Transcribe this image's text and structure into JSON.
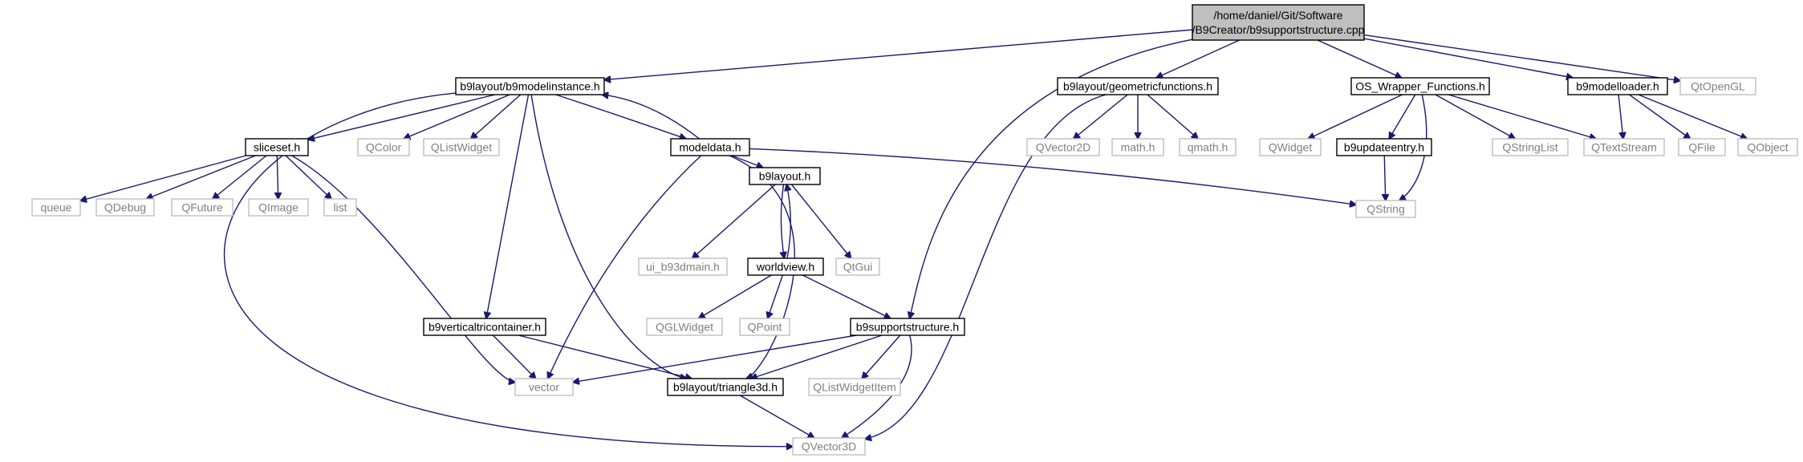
{
  "graph": {
    "root": {
      "line1": "/home/daniel/Git/Software",
      "line2": "/B9Creator/b9supportstructure.cpp"
    },
    "nodes": {
      "b9modelinstance": {
        "label": "b9layout/b9modelinstance.h",
        "external": false
      },
      "geometricfunctions": {
        "label": "b9layout/geometricfunctions.h",
        "external": false
      },
      "oswrapper": {
        "label": "OS_Wrapper_Functions.h",
        "external": false
      },
      "b9modelloader": {
        "label": "b9modelloader.h",
        "external": false
      },
      "qtopengl": {
        "label": "QtOpenGL",
        "external": true
      },
      "sliceset": {
        "label": "sliceset.h",
        "external": false
      },
      "qcolor": {
        "label": "QColor",
        "external": true
      },
      "qlistwidget": {
        "label": "QListWidget",
        "external": true
      },
      "modeldata": {
        "label": "modeldata.h",
        "external": false
      },
      "qvector2d": {
        "label": "QVector2D",
        "external": true
      },
      "mathh": {
        "label": "math.h",
        "external": true
      },
      "qmathh": {
        "label": "qmath.h",
        "external": true
      },
      "qwidget": {
        "label": "QWidget",
        "external": true
      },
      "b9updateentry": {
        "label": "b9updateentry.h",
        "external": false
      },
      "qstringlist": {
        "label": "QStringList",
        "external": true
      },
      "qtextstream": {
        "label": "QTextStream",
        "external": true
      },
      "qfile": {
        "label": "QFile",
        "external": true
      },
      "qobject": {
        "label": "QObject",
        "external": true
      },
      "queue": {
        "label": "queue",
        "external": true
      },
      "qdebug": {
        "label": "QDebug",
        "external": true
      },
      "qfuture": {
        "label": "QFuture",
        "external": true
      },
      "qimage": {
        "label": "QImage",
        "external": true
      },
      "list": {
        "label": "list",
        "external": true
      },
      "b9layouth": {
        "label": "b9layout.h",
        "external": false
      },
      "qstring": {
        "label": "QString",
        "external": true
      },
      "uib93dmain": {
        "label": "ui_b93dmain.h",
        "external": true
      },
      "qtgui": {
        "label": "QtGui",
        "external": true
      },
      "worldview": {
        "label": "worldview.h",
        "external": false
      },
      "qglwidget": {
        "label": "QGLWidget",
        "external": true
      },
      "qpoint": {
        "label": "QPoint",
        "external": true
      },
      "b9verticaltricontainer": {
        "label": "b9verticaltricontainer.h",
        "external": false
      },
      "b9supportstructure": {
        "label": "b9supportstructure.h",
        "external": false
      },
      "vector": {
        "label": "vector",
        "external": true
      },
      "qlistwidgetitem": {
        "label": "QListWidgetItem",
        "external": true
      },
      "triangle3d": {
        "label": "b9layout/triangle3d.h",
        "external": false
      },
      "qvector3d": {
        "label": "QVector3D",
        "external": true
      }
    },
    "edges": [
      [
        "root",
        "b9modelinstance"
      ],
      [
        "root",
        "geometricfunctions"
      ],
      [
        "root",
        "oswrapper"
      ],
      [
        "root",
        "b9modelloader"
      ],
      [
        "root",
        "qtopengl"
      ],
      [
        "root",
        "b9supportstructure"
      ],
      [
        "b9modelinstance",
        "sliceset"
      ],
      [
        "b9modelinstance",
        "qcolor"
      ],
      [
        "b9modelinstance",
        "qlistwidget"
      ],
      [
        "b9modelinstance",
        "modeldata"
      ],
      [
        "b9modelinstance",
        "b9verticaltricontainer"
      ],
      [
        "b9modelinstance",
        "triangle3d"
      ],
      [
        "b9modelinstance",
        "qvector3d"
      ],
      [
        "modeldata",
        "b9modelinstance"
      ],
      [
        "modeldata",
        "b9layouth"
      ],
      [
        "modeldata",
        "qstring"
      ],
      [
        "modeldata",
        "vector"
      ],
      [
        "modeldata",
        "triangle3d"
      ],
      [
        "geometricfunctions",
        "qvector2d"
      ],
      [
        "geometricfunctions",
        "mathh"
      ],
      [
        "geometricfunctions",
        "qmathh"
      ],
      [
        "geometricfunctions",
        "qvector3d"
      ],
      [
        "oswrapper",
        "qwidget"
      ],
      [
        "oswrapper",
        "b9updateentry"
      ],
      [
        "oswrapper",
        "qstringlist"
      ],
      [
        "oswrapper",
        "qtextstream"
      ],
      [
        "oswrapper",
        "qstring"
      ],
      [
        "b9updateentry",
        "qstring"
      ],
      [
        "b9modelloader",
        "qtextstream"
      ],
      [
        "b9modelloader",
        "qfile"
      ],
      [
        "b9modelloader",
        "qobject"
      ],
      [
        "sliceset",
        "queue"
      ],
      [
        "sliceset",
        "qdebug"
      ],
      [
        "sliceset",
        "qfuture"
      ],
      [
        "sliceset",
        "qimage"
      ],
      [
        "sliceset",
        "list"
      ],
      [
        "sliceset",
        "vector"
      ],
      [
        "b9layouth",
        "uib93dmain"
      ],
      [
        "b9layouth",
        "qtgui"
      ],
      [
        "b9layouth",
        "worldview"
      ],
      [
        "worldview",
        "b9layouth"
      ],
      [
        "worldview",
        "qglwidget"
      ],
      [
        "worldview",
        "qpoint"
      ],
      [
        "worldview",
        "b9supportstructure"
      ],
      [
        "b9verticaltricontainer",
        "vector"
      ],
      [
        "b9verticaltricontainer",
        "triangle3d"
      ],
      [
        "b9supportstructure",
        "vector"
      ],
      [
        "b9supportstructure",
        "qlistwidgetitem"
      ],
      [
        "b9supportstructure",
        "triangle3d"
      ],
      [
        "b9supportstructure",
        "qvector3d"
      ],
      [
        "triangle3d",
        "qvector3d"
      ]
    ]
  },
  "colors": {
    "edge": "#191970",
    "root_fill": "#bfbfbf",
    "internal_border": "#000000",
    "external_border": "#bfbfbf",
    "external_text": "#808080"
  }
}
